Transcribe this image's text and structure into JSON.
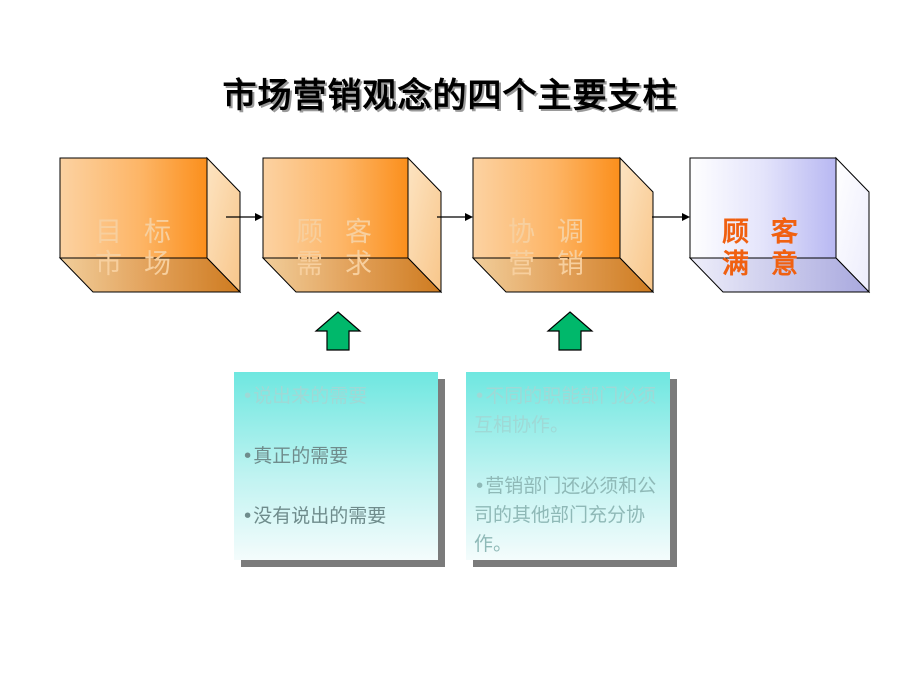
{
  "title": "市场营销观念的四个主要支柱",
  "boxes": [
    {
      "line1": "目标",
      "line2": "市场"
    },
    {
      "line1": "顾客",
      "line2": "需求"
    },
    {
      "line1": "协调",
      "line2": "营销"
    },
    {
      "line1": "顾客",
      "line2": "满意"
    }
  ],
  "notes": [
    {
      "items": [
        "•说出来的需要",
        "•真正的需要",
        "•没有说出的需要"
      ]
    },
    {
      "items": [
        "•不同的职能部门必须互相协作。",
        "•营销部门还必须和公司的其他部门充分协作。"
      ]
    }
  ],
  "colors": {
    "orange_front_light": "#fcd2a2",
    "orange_front_dark": "#fb8f1c",
    "lavender_front_light": "#ffffff",
    "lavender_front_dark": "#b8b8f2",
    "arrow_green": "#00b86b",
    "label_emphasis": "#f06010"
  }
}
